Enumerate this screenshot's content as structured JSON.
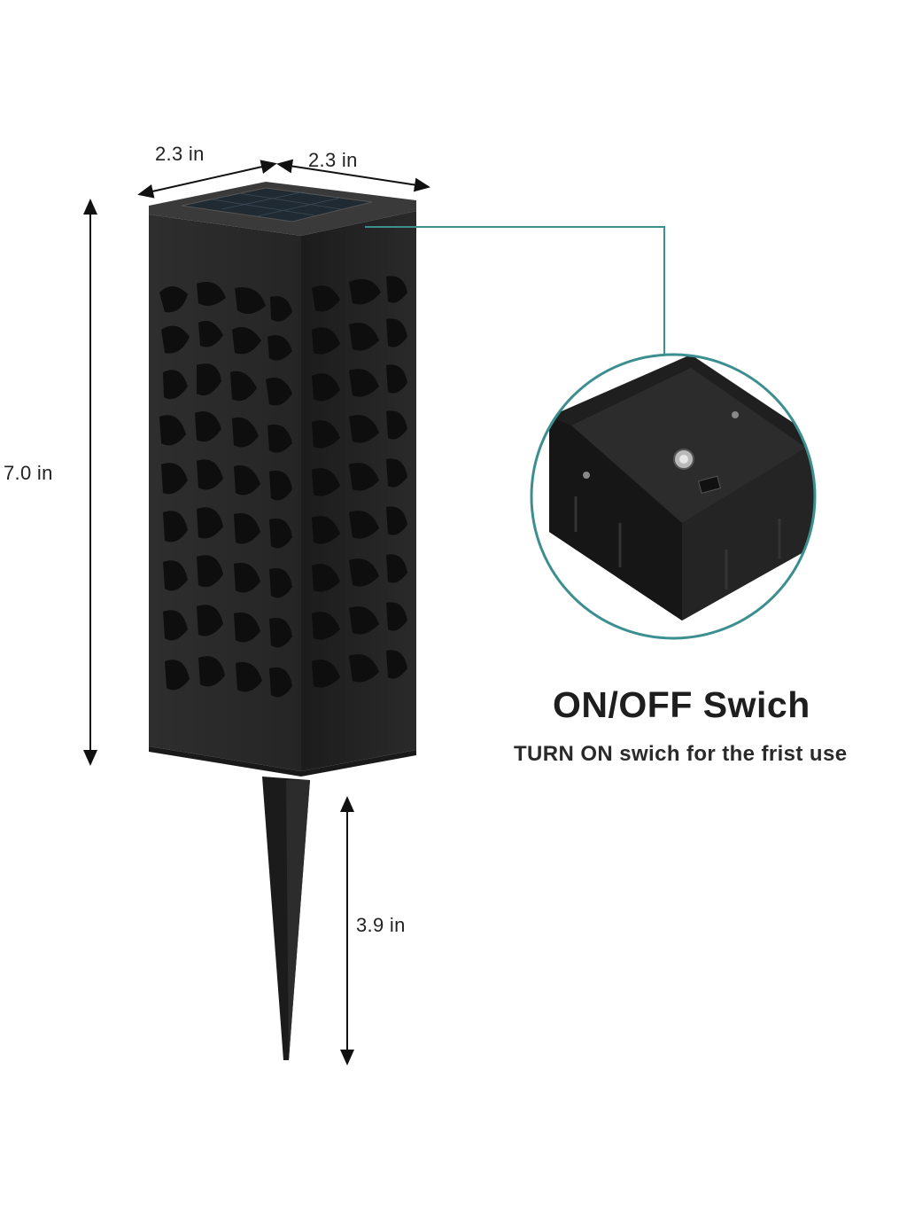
{
  "dimensions": {
    "top_width_left": "2.3 in",
    "top_width_right": "2.3 in",
    "body_height": "7.0 in",
    "stake_length": "3.9 in"
  },
  "callout": {
    "title": "ON/OFF Swich",
    "subtitle": "TURN ON swich for the frist use"
  },
  "colors": {
    "background": "#ffffff",
    "lamp_body": "#2b2b2b",
    "callout_line": "#3d8f8f",
    "dimension_arrows": "#111111"
  }
}
